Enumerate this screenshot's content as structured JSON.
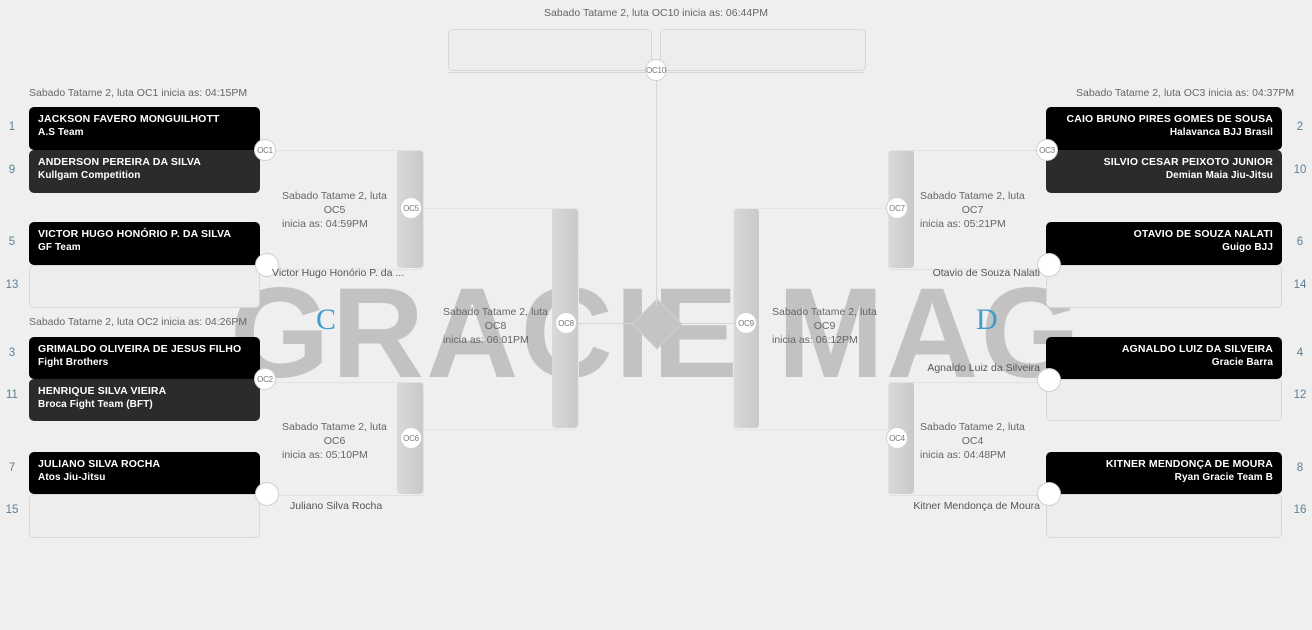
{
  "watermark": {
    "text": "GRACIE MAG"
  },
  "bracket": {
    "side_letters": {
      "left": "C",
      "right": "D"
    }
  },
  "final": {
    "caption": "Sabado Tatame 2, luta OC10 inicia as: 06:44PM",
    "node": "OC10",
    "left_slot": "",
    "right_slot": ""
  },
  "captions": {
    "oc1": "Sabado Tatame 2, luta OC1 inicia as: 04:15PM",
    "oc2": "Sabado Tatame 2, luta OC2 inicia as: 04:26PM",
    "oc3": "Sabado Tatame 2, luta OC3 inicia as: 04:37PM",
    "oc4_l1": "Sabado Tatame 2, luta",
    "oc4_l2": "OC4",
    "oc4_l3": "inicia as: 04:48PM",
    "oc5_l1": "Sabado Tatame 2, luta",
    "oc5_l2": "OC5",
    "oc5_l3": "inicia as: 04:59PM",
    "oc6_l1": "Sabado Tatame 2, luta",
    "oc6_l2": "OC6",
    "oc6_l3": "inicia as: 05:10PM",
    "oc7_l1": "Sabado Tatame 2, luta",
    "oc7_l2": "OC7",
    "oc7_l3": "inicia as: 05:21PM",
    "oc8_l1": "Sabado Tatame 2, luta",
    "oc8_l2": "OC8",
    "oc8_l3": "inicia as: 06:01PM",
    "oc9_l1": "Sabado Tatame 2, luta",
    "oc9_l2": "OC9",
    "oc9_l3": "inicia as: 06:12PM"
  },
  "nodes": {
    "oc1": "OC1",
    "oc2": "OC2",
    "oc3": "OC3",
    "oc4": "OC4",
    "oc5": "OC5",
    "oc6": "OC6",
    "oc7": "OC7",
    "oc8": "OC8",
    "oc9": "OC9",
    "oc10": "OC10"
  },
  "advance": {
    "oc5_winner": "Victor Hugo Honório P. da ...",
    "oc6_winner": "Juliano Silva Rocha",
    "oc7_winner": "Otavio de Souza Nalati",
    "oc4_winner": "Kitner Mendonça de Moura",
    "oc3_winner": "Agnaldo Luiz da Silveira"
  },
  "competitors": {
    "left": [
      {
        "seed": "1",
        "name": "JACKSON FAVERO MONGUILHOTT",
        "team": "A.S Team",
        "state": "filled-a"
      },
      {
        "seed": "9",
        "name": "ANDERSON PEREIRA DA SILVA",
        "team": "Kullgam Competition",
        "state": "filled-b"
      },
      {
        "seed": "5",
        "name": "VICTOR HUGO HONÓRIO P. DA SILVA",
        "team": "GF Team",
        "state": "filled-a"
      },
      {
        "seed": "13",
        "name": "",
        "team": "",
        "state": "empty"
      },
      {
        "seed": "3",
        "name": "GRIMALDO OLIVEIRA DE JESUS FILHO",
        "team": "Fight Brothers",
        "state": "filled-a"
      },
      {
        "seed": "11",
        "name": "HENRIQUE SILVA VIEIRA",
        "team": "Broca Fight Team (BFT)",
        "state": "filled-b"
      },
      {
        "seed": "7",
        "name": "JULIANO SILVA ROCHA",
        "team": "Atos Jiu-Jitsu",
        "state": "filled-a"
      },
      {
        "seed": "15",
        "name": "",
        "team": "",
        "state": "empty"
      }
    ],
    "right": [
      {
        "seed": "2",
        "name": "CAIO BRUNO PIRES GOMES DE SOUSA",
        "team": "Halavanca BJJ Brasil",
        "state": "filled-a"
      },
      {
        "seed": "10",
        "name": "SILVIO CESAR PEIXOTO JUNIOR",
        "team": "Demian Maia Jiu-Jitsu",
        "state": "filled-b"
      },
      {
        "seed": "6",
        "name": "OTAVIO DE SOUZA NALATI",
        "team": "Guigo BJJ",
        "state": "filled-a"
      },
      {
        "seed": "14",
        "name": "",
        "team": "",
        "state": "empty"
      },
      {
        "seed": "4",
        "name": "AGNALDO LUIZ DA SILVEIRA",
        "team": "Gracie Barra",
        "state": "filled-a"
      },
      {
        "seed": "12",
        "name": "",
        "team": "",
        "state": "empty"
      },
      {
        "seed": "8",
        "name": "KITNER MENDONÇA DE MOURA",
        "team": "Ryan Gracie Team B",
        "state": "filled-a"
      },
      {
        "seed": "16",
        "name": "",
        "team": "",
        "state": "empty"
      }
    ]
  }
}
